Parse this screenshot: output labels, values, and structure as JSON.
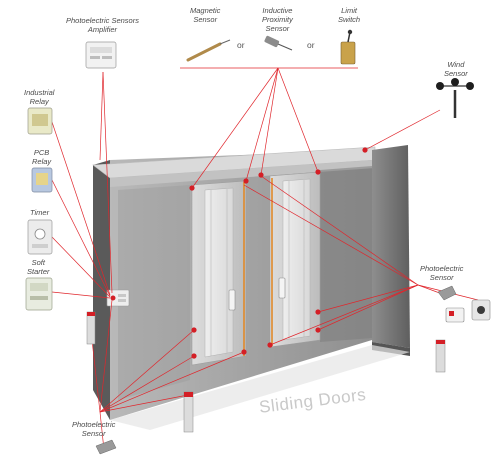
{
  "diagram": {
    "title": "Sliding Doors",
    "connector_word": "or",
    "components": {
      "photo_amp": [
        "Photoelectric Sensors",
        "Amplifier"
      ],
      "magnetic": [
        "Magnetic",
        "Sensor"
      ],
      "inductive": [
        "Inductive",
        "Proximity",
        "Sensor"
      ],
      "limit": [
        "Limit",
        "Switch"
      ],
      "wind": [
        "Wind",
        "Sensor"
      ],
      "industrial_relay": [
        "Industrial",
        "Relay"
      ],
      "pcb_relay": [
        "PCB",
        "Relay"
      ],
      "timer": [
        "Timer"
      ],
      "soft_starter": [
        "Soft",
        "Starter"
      ],
      "photo_right": [
        "Photoelectric",
        "Sensor"
      ],
      "photo_bottom": [
        "Photoelectric",
        "Sensor"
      ]
    },
    "colors": {
      "connector": "#e0262c",
      "dot": "#d41f26",
      "wall": "#a6a6a6",
      "door": "#c9c9c9",
      "header": "#d4d4d4",
      "label": "#4a4a4a",
      "title": "#c9c9c9"
    }
  }
}
